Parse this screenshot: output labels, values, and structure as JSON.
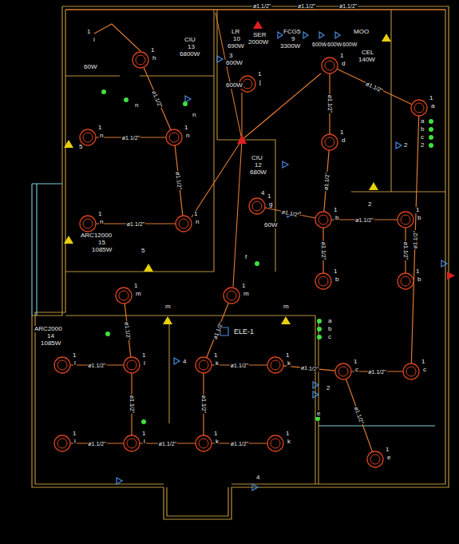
{
  "diagram": {
    "nodes": [
      {
        "text": [
          "1",
          "h"
        ]
      },
      {
        "text": [
          "1",
          "j"
        ]
      },
      {
        "text": [
          "1",
          "d"
        ]
      },
      {
        "text": [
          "1",
          "a"
        ]
      },
      {
        "text": [
          "1",
          "n"
        ]
      },
      {
        "text": [
          "1",
          "n"
        ]
      },
      {
        "text": [
          "1",
          "d"
        ]
      },
      {
        "text": [
          "1",
          "n"
        ]
      },
      {
        "text": [
          "1",
          "n"
        ]
      },
      {
        "text": [
          "1",
          "g"
        ]
      },
      {
        "text": [
          "1",
          "b"
        ]
      },
      {
        "text": [
          "1",
          "b"
        ]
      },
      {
        "text": [
          "1",
          "b"
        ]
      },
      {
        "text": [
          "1",
          "b"
        ]
      },
      {
        "text": [
          "1",
          "m"
        ]
      },
      {
        "text": [
          "1",
          "m"
        ]
      },
      {
        "text": [
          "1",
          "l"
        ]
      },
      {
        "text": [
          "1",
          "l"
        ]
      },
      {
        "text": [
          "1",
          "k"
        ]
      },
      {
        "text": [
          "1",
          "k"
        ]
      },
      {
        "text": [
          "1",
          "c"
        ]
      },
      {
        "text": [
          "1",
          "c"
        ]
      },
      {
        "text": [
          "1",
          "l"
        ]
      },
      {
        "text": [
          "1",
          "l"
        ]
      },
      {
        "text": [
          "1",
          "k"
        ]
      },
      {
        "text": [
          "1",
          "k"
        ]
      },
      {
        "text": [
          "1",
          "e"
        ]
      }
    ],
    "edges": [
      {
        "from": 0,
        "to": 4,
        "arrow": "none",
        "label": "ø1.1/2\""
      },
      {
        "from": 4,
        "to": 5,
        "arrow": "none",
        "label": "ø1.1/2\""
      },
      {
        "from": 4,
        "to": 7,
        "arrow": "none",
        "label": "ø1.1/2\""
      },
      {
        "from": 7,
        "to": 8,
        "arrow": "none",
        "label": "ø1.1/2\""
      },
      {
        "from": 2,
        "to": 6,
        "arrow": "none",
        "label": "ø1.1/2\""
      },
      {
        "from": 2,
        "to": 3,
        "arrow": "none",
        "label": "ø1.1/2\""
      },
      {
        "from": 6,
        "to": 10,
        "arrow": "none",
        "label": "ø1.1/2\""
      },
      {
        "from": 9,
        "to": 10,
        "arrow": "none",
        "label": "ø1.1/2\""
      },
      {
        "from": 10,
        "to": 11,
        "arrow": "none",
        "label": "ø1.1/2\""
      },
      {
        "from": 10,
        "to": 12,
        "arrow": "none",
        "label": "ø1.1/2\""
      },
      {
        "from": 11,
        "to": 13,
        "arrow": "none",
        "label": "ø1.1/2\""
      },
      {
        "from": 14,
        "to": 17,
        "arrow": "none",
        "label": "ø1.1/2\""
      },
      {
        "from": 16,
        "to": 17,
        "arrow": "none",
        "label": "ø1.1/2\""
      },
      {
        "from": 17,
        "to": 23,
        "arrow": "none",
        "label": "ø1.1/2\""
      },
      {
        "from": 22,
        "to": 23,
        "arrow": "none",
        "label": "ø1.1/2\""
      },
      {
        "from": 23,
        "to": 24,
        "arrow": "none",
        "label": "ø1.1/2\""
      },
      {
        "from": 24,
        "to": 25,
        "arrow": "none",
        "label": "ø1.1/2\""
      },
      {
        "from": 18,
        "to": 19,
        "arrow": "none",
        "label": "ø1.1/2\""
      },
      {
        "from": 18,
        "to": 24,
        "arrow": "none",
        "label": "ø1.1/2\""
      },
      {
        "from": 15,
        "to": 18,
        "arrow": "none",
        "label": "ø1.1/2\""
      },
      {
        "from": 19,
        "to": 20,
        "arrow": "none",
        "label": "ø1.1/2\""
      },
      {
        "from": 20,
        "to": 21,
        "arrow": "none",
        "label": "ø1.1/2\""
      },
      {
        "from": 21,
        "to": 3,
        "arrow": "none",
        "label": "ø1.1/2\""
      },
      {
        "from": 20,
        "to": 26,
        "arrow": "none",
        "label": "ø1.1/2\""
      }
    ],
    "labels": [
      "1",
      "i",
      "60W",
      "CIU",
      "13",
      "6800W",
      "LR",
      "10",
      "690W",
      "SER",
      "2000W",
      "FCG5",
      "9",
      "3300W",
      "600W",
      "600W",
      "600W",
      "MOO",
      "CEL",
      "140W",
      "3",
      "600W",
      "600W",
      "CIU",
      "12",
      "680W",
      "5",
      "ARC12000",
      "15",
      "1085W",
      "ARC2000",
      "14",
      "1085W",
      "ELE-1",
      "2",
      "2",
      "a",
      "b",
      "c",
      "2",
      "60W",
      "2",
      "a",
      "b",
      "c",
      "2",
      "4",
      "4",
      "5",
      "m",
      "m",
      "n",
      "n",
      "ø1.1/2\"",
      "ø1.1/2\"",
      "ø1.1/2\"",
      "4",
      "e",
      "f"
    ]
  }
}
